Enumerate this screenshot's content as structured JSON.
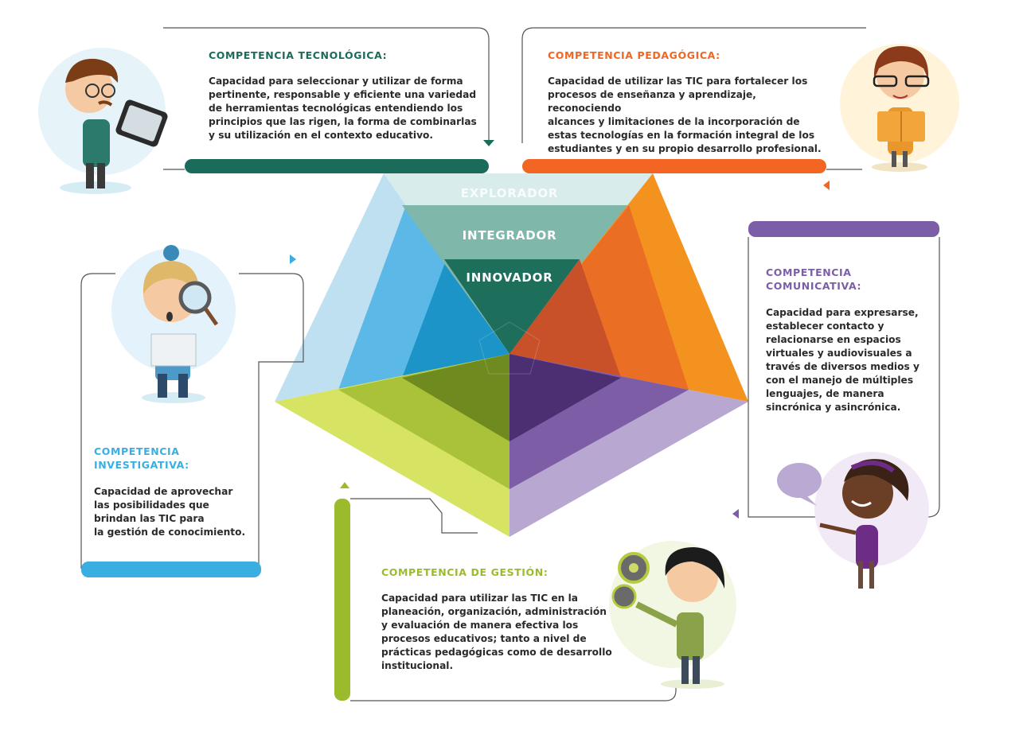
{
  "levels": {
    "explorador": "EXPLORADOR",
    "integrador": "INTEGRADOR",
    "innovador": "INNOVADOR"
  },
  "cards": {
    "tecnologica": {
      "title": "COMPETENCIA TECNOLÓGICA:",
      "text": "Capacidad para seleccionar y utilizar de forma\npertinente, responsable y eficiente una variedad\nde herramientas tecnológicas entendiendo los\nprincipios que las rigen, la forma de combinarlas\ny su utilización en el contexto educativo.",
      "color": "#1a6b5a"
    },
    "pedagogica": {
      "title": "COMPETENCIA PEDAGÓGICA:",
      "text": "Capacidad de utilizar las TIC para fortalecer los\nprocesos de enseñanza y aprendizaje, reconociendo\nalcances y limitaciones de la incorporación de\nestas tecnologías en la formación integral de los\nestudiantes y en su propio desarrollo profesional.",
      "color": "#f26522"
    },
    "comunicativa": {
      "title": "COMPETENCIA\nCOMUNICATIVA:",
      "text": "Capacidad para expresarse,\nestablecer contacto y\nrelacionarse en espacios\nvirtuales y audiovisuales a\ntravés de diversos medios y\ncon el manejo de múltiples\nlenguajes, de manera\nsincrónica y asincrónica.",
      "color": "#7b5ea7"
    },
    "investigativa": {
      "title": "COMPETENCIA\nINVESTIGATIVA:",
      "text": "Capacidad de aprovechar\nlas posibilidades que\nbrindan las TIC para\nla gestión de conocimiento.",
      "color": "#3aaee0"
    },
    "gestion": {
      "title": "COMPETENCIA DE GESTIÓN:",
      "text": "Capacidad para utilizar las TIC en la\nplaneación, organización, administración\ny evaluación de manera efectiva los\nprocesos educativos; tanto a nivel de\nprácticas pedagógicas como de desarrollo\ninstitucional.",
      "color": "#9bbb2c"
    }
  },
  "illustrations": {
    "tecnologica": "man-with-tablet",
    "pedagogica": "woman-reading-book",
    "investigativa": "woman-with-magnifier",
    "comunicativa": "woman-speaking",
    "gestion": "man-holding-gears"
  }
}
